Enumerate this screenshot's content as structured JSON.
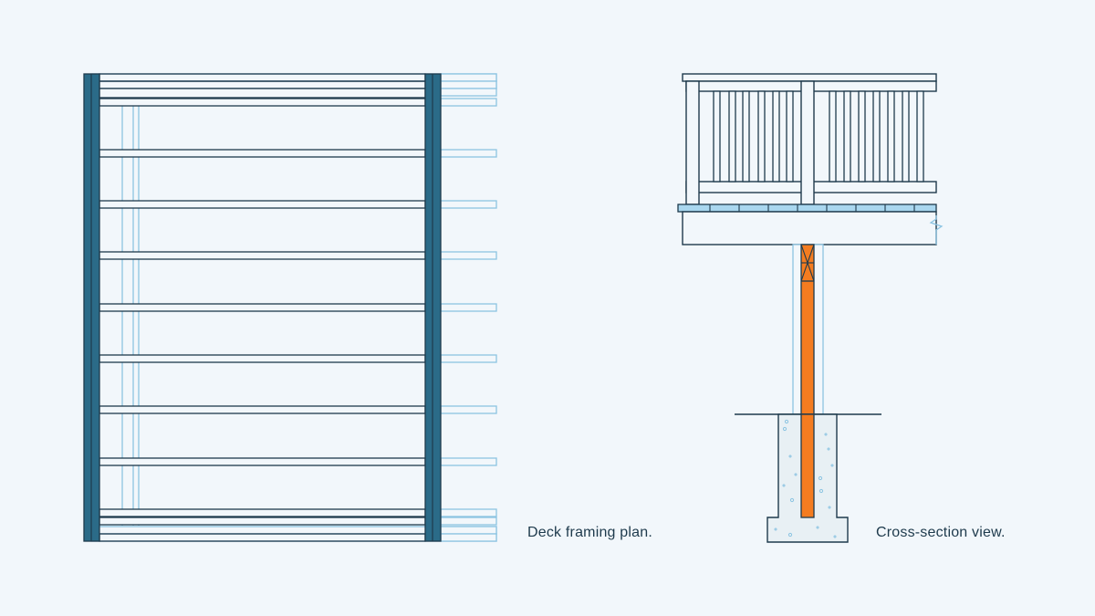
{
  "captions": {
    "plan": "Deck framing plan.",
    "section": "Cross-section view."
  },
  "colors": {
    "background": "#f2f7fb",
    "line": "#1e3a4c",
    "beam_fill": "#2b6b88",
    "light_line": "#8cc4e2",
    "post": "#f47c20",
    "deck_board": "#a9d7ef",
    "concrete": "#e8f0f4"
  },
  "plan": {
    "joist_count": 10
  }
}
